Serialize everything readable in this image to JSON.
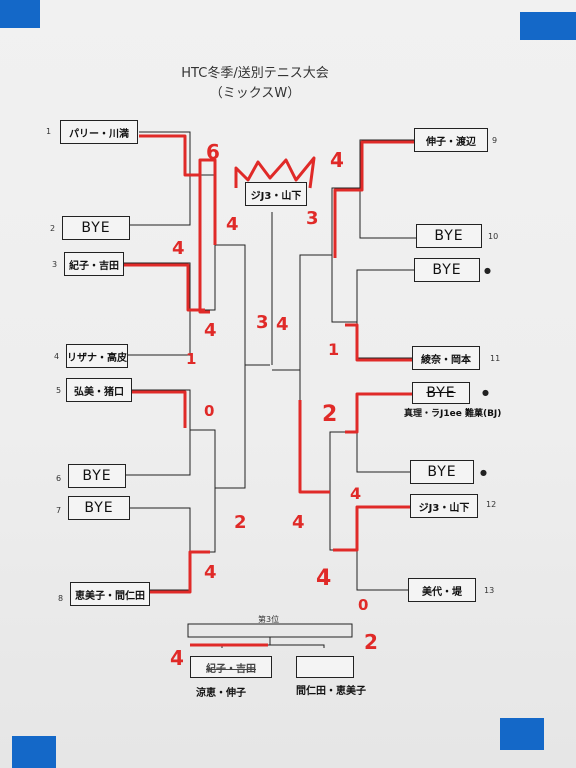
{
  "title": {
    "line1": "HTC冬季/送別テニス大会",
    "line2": "（ミックスW）"
  },
  "third_place_label": "第3位",
  "champion": "ジJ3・山下",
  "left_bracket": [
    {
      "seed": "1",
      "name": "パリー・川満"
    },
    {
      "seed": "2",
      "name": "BYE"
    },
    {
      "seed": "3",
      "name": "紀子・吉田"
    },
    {
      "seed": "4",
      "name": "リザナ・高皮"
    },
    {
      "seed": "5",
      "name": "弘美・猪口"
    },
    {
      "seed": "6",
      "name": "BYE"
    },
    {
      "seed": "7",
      "name": "BYE"
    },
    {
      "seed": "8",
      "name": "恵美子・間仁田"
    }
  ],
  "right_bracket": [
    {
      "seed": "9",
      "name": "伸子・渡辺"
    },
    {
      "seed": "10",
      "name": "BYE"
    },
    {
      "seed": "",
      "name": "BYE"
    },
    {
      "seed": "11",
      "name": "綾奈・岡本"
    },
    {
      "seed": "",
      "name": "BYE"
    },
    {
      "seed": "",
      "name": "BYE"
    },
    {
      "seed": "12",
      "name": "ジJ3・山下"
    },
    {
      "seed": "13",
      "name": "美代・堤"
    }
  ],
  "substitute_note": "真理・ラJ1ee 難菓(BJ)",
  "third_place": {
    "left_crossed": "紀子・吉田",
    "left_written": "涼恵・伸子",
    "right": "間仁田・恵美子",
    "left_score": "4",
    "right_score": "2"
  },
  "scores": {
    "l_r1_a": "4",
    "l_r1_b": "0",
    "l_r1_c": "4",
    "l_r2_a": "4",
    "l_r2_b": "1",
    "l_r2_c": "2",
    "l_r2_d": "4",
    "l_sf_a": "3",
    "l_sf_b": "4",
    "l_final": "6",
    "r_r1_a": "4",
    "r_r1_b": "1",
    "r_r1_c": "2",
    "r_r1_d": "4",
    "r_r1_e": "0",
    "r_sf_a": "3",
    "r_sf_b": "4",
    "r_sf_c": "4"
  },
  "colors": {
    "tape": "#1468c8",
    "red_pen": "#e02a28",
    "ink": "#222222"
  }
}
